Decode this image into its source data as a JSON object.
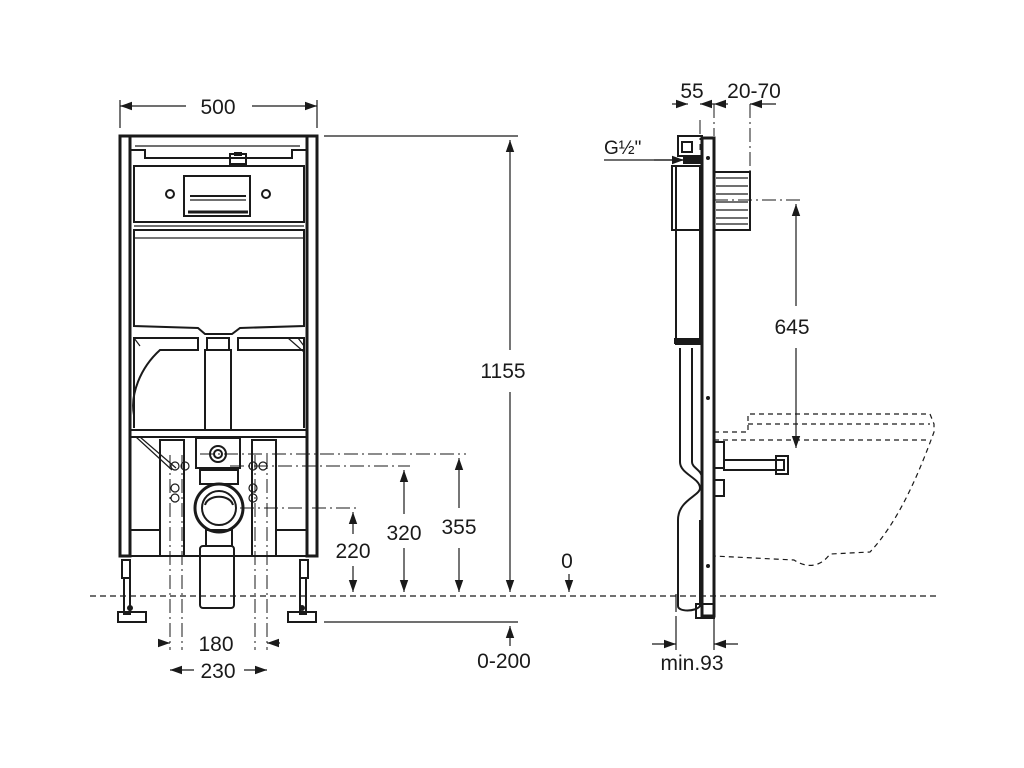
{
  "dimensions": {
    "width_frame": "500",
    "height_frame": "1155",
    "height_355": "355",
    "height_320": "320",
    "height_220": "220",
    "floor_zero": "0",
    "floor_adjust": "0-200",
    "spacing_180": "180",
    "spacing_230": "230",
    "depth_55": "55",
    "wall_range": "20-70",
    "supply_thread": "G½\"",
    "height_645": "645",
    "min_depth": "min.93"
  },
  "colors": {
    "line": "#1a1a1a",
    "background": "#ffffff"
  }
}
